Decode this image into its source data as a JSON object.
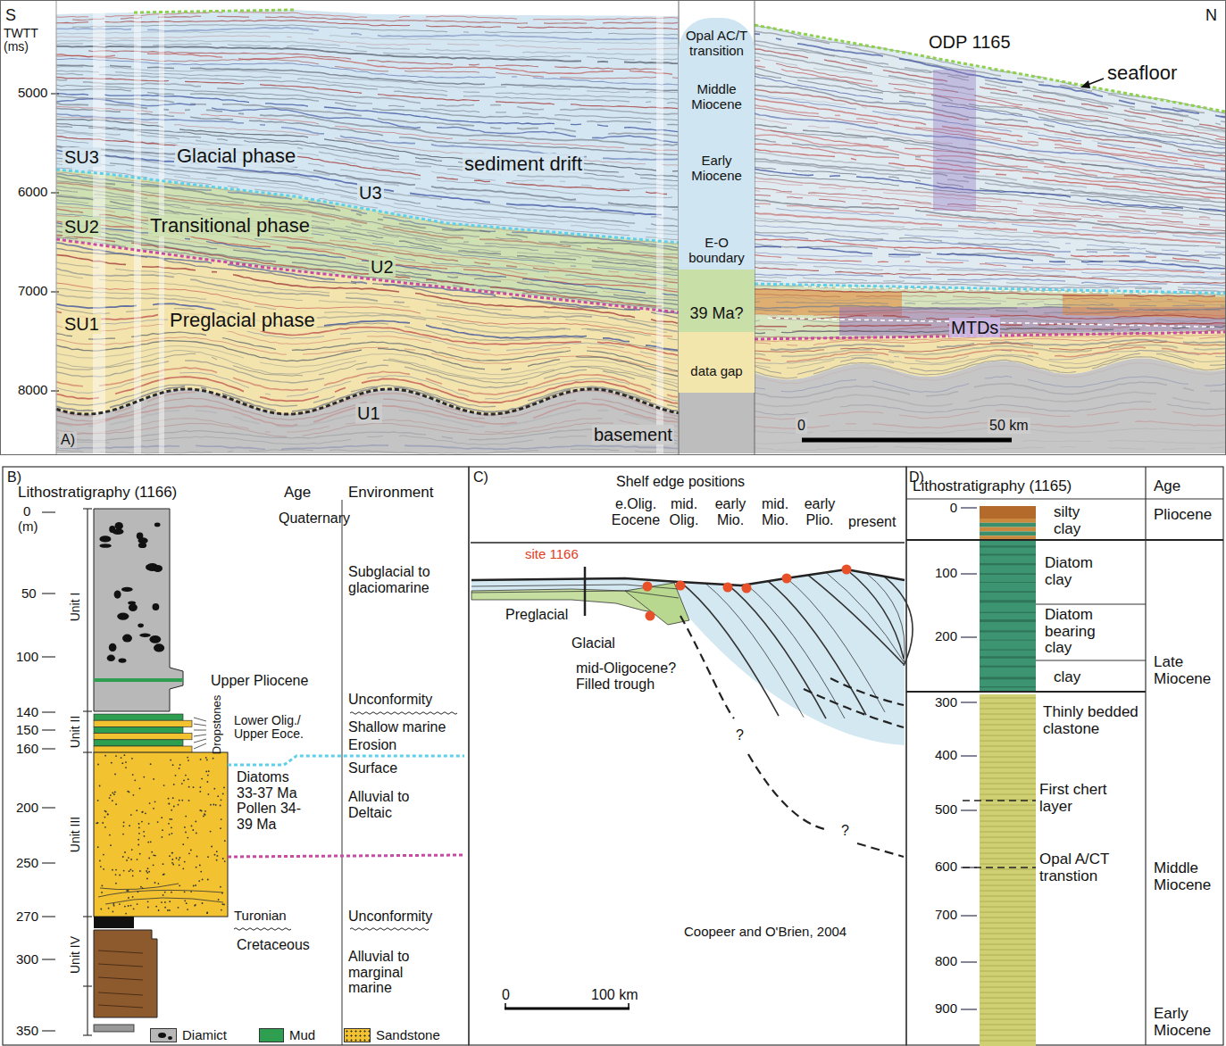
{
  "diagram": {
    "nodes": [
      {
        "text": [
          "Opal AC/T transition",
          "Middle Miocene",
          "Early Miocene",
          "E-O boundary"
        ]
      },
      {
        "text": [
          "39 Ma?"
        ]
      },
      {
        "text": [
          "data gap"
        ]
      }
    ],
    "labels": [
      "S",
      "TWTT (ms)",
      "5000",
      "6000",
      "7000",
      "8000",
      "SU3",
      "Glacial phase",
      "sediment drift",
      "U3",
      "SU2",
      "Transitional phase",
      "U2",
      "SU1",
      "Preglacial phase",
      "U1",
      "basement",
      "A)",
      "N",
      "ODP 1165",
      "seafloor",
      "MTDs",
      "0",
      "50 km",
      "B)",
      "Lithostratigraphy (1166)",
      "Age",
      "Environment",
      "0",
      "(m)",
      "50",
      "100",
      "140",
      "150",
      "160",
      "200",
      "250",
      "270",
      "300",
      "350",
      "Unit I",
      "Unit II",
      "Unit III",
      "Unit IV",
      "Quaternary",
      "Subglacial to glaciomarine",
      "Upper Pliocene",
      "Unconformity",
      "Lower Olig./ Upper Eoce.",
      "Shallow marine",
      "Dropstones",
      "Erosion",
      "Surface",
      "Diatoms 33-37 Ma Pollen 34-39 Ma",
      "Alluvial to Deltaic",
      "Turonian",
      "Unconformity",
      "Cretaceous",
      "Alluvial to marginal marine",
      "C)",
      "Shelf edge positions",
      "e.Olig. Eocene",
      "mid. Olig.",
      "early Mio.",
      "mid. Mio.",
      "early Plio.",
      "present",
      "site 1166",
      "Preglacial",
      "Glacial",
      "mid-Oligocene? Filled trough",
      "?",
      "?",
      "Coopeer and O'Brien, 2004",
      "0",
      "100 km",
      "D)",
      "Lithostratigraphy (1165)",
      "Age",
      "0",
      "100",
      "200",
      "300",
      "400",
      "500",
      "600",
      "700",
      "800",
      "900",
      "silty clay",
      "Diatom clay",
      "Diatom bearing clay",
      "clay",
      "Thinly bedded clastone",
      "First chert layer",
      "Opal A/CT transtion",
      "Pliocene",
      "Late Miocene",
      "Middle Miocene",
      "Early Miocene"
    ],
    "legend": [
      {
        "text": "Diamict"
      },
      {
        "text": "Mud",
        "color": "#2e9e50"
      },
      {
        "text": "Sandstone",
        "color": "#f2c230"
      }
    ]
  }
}
